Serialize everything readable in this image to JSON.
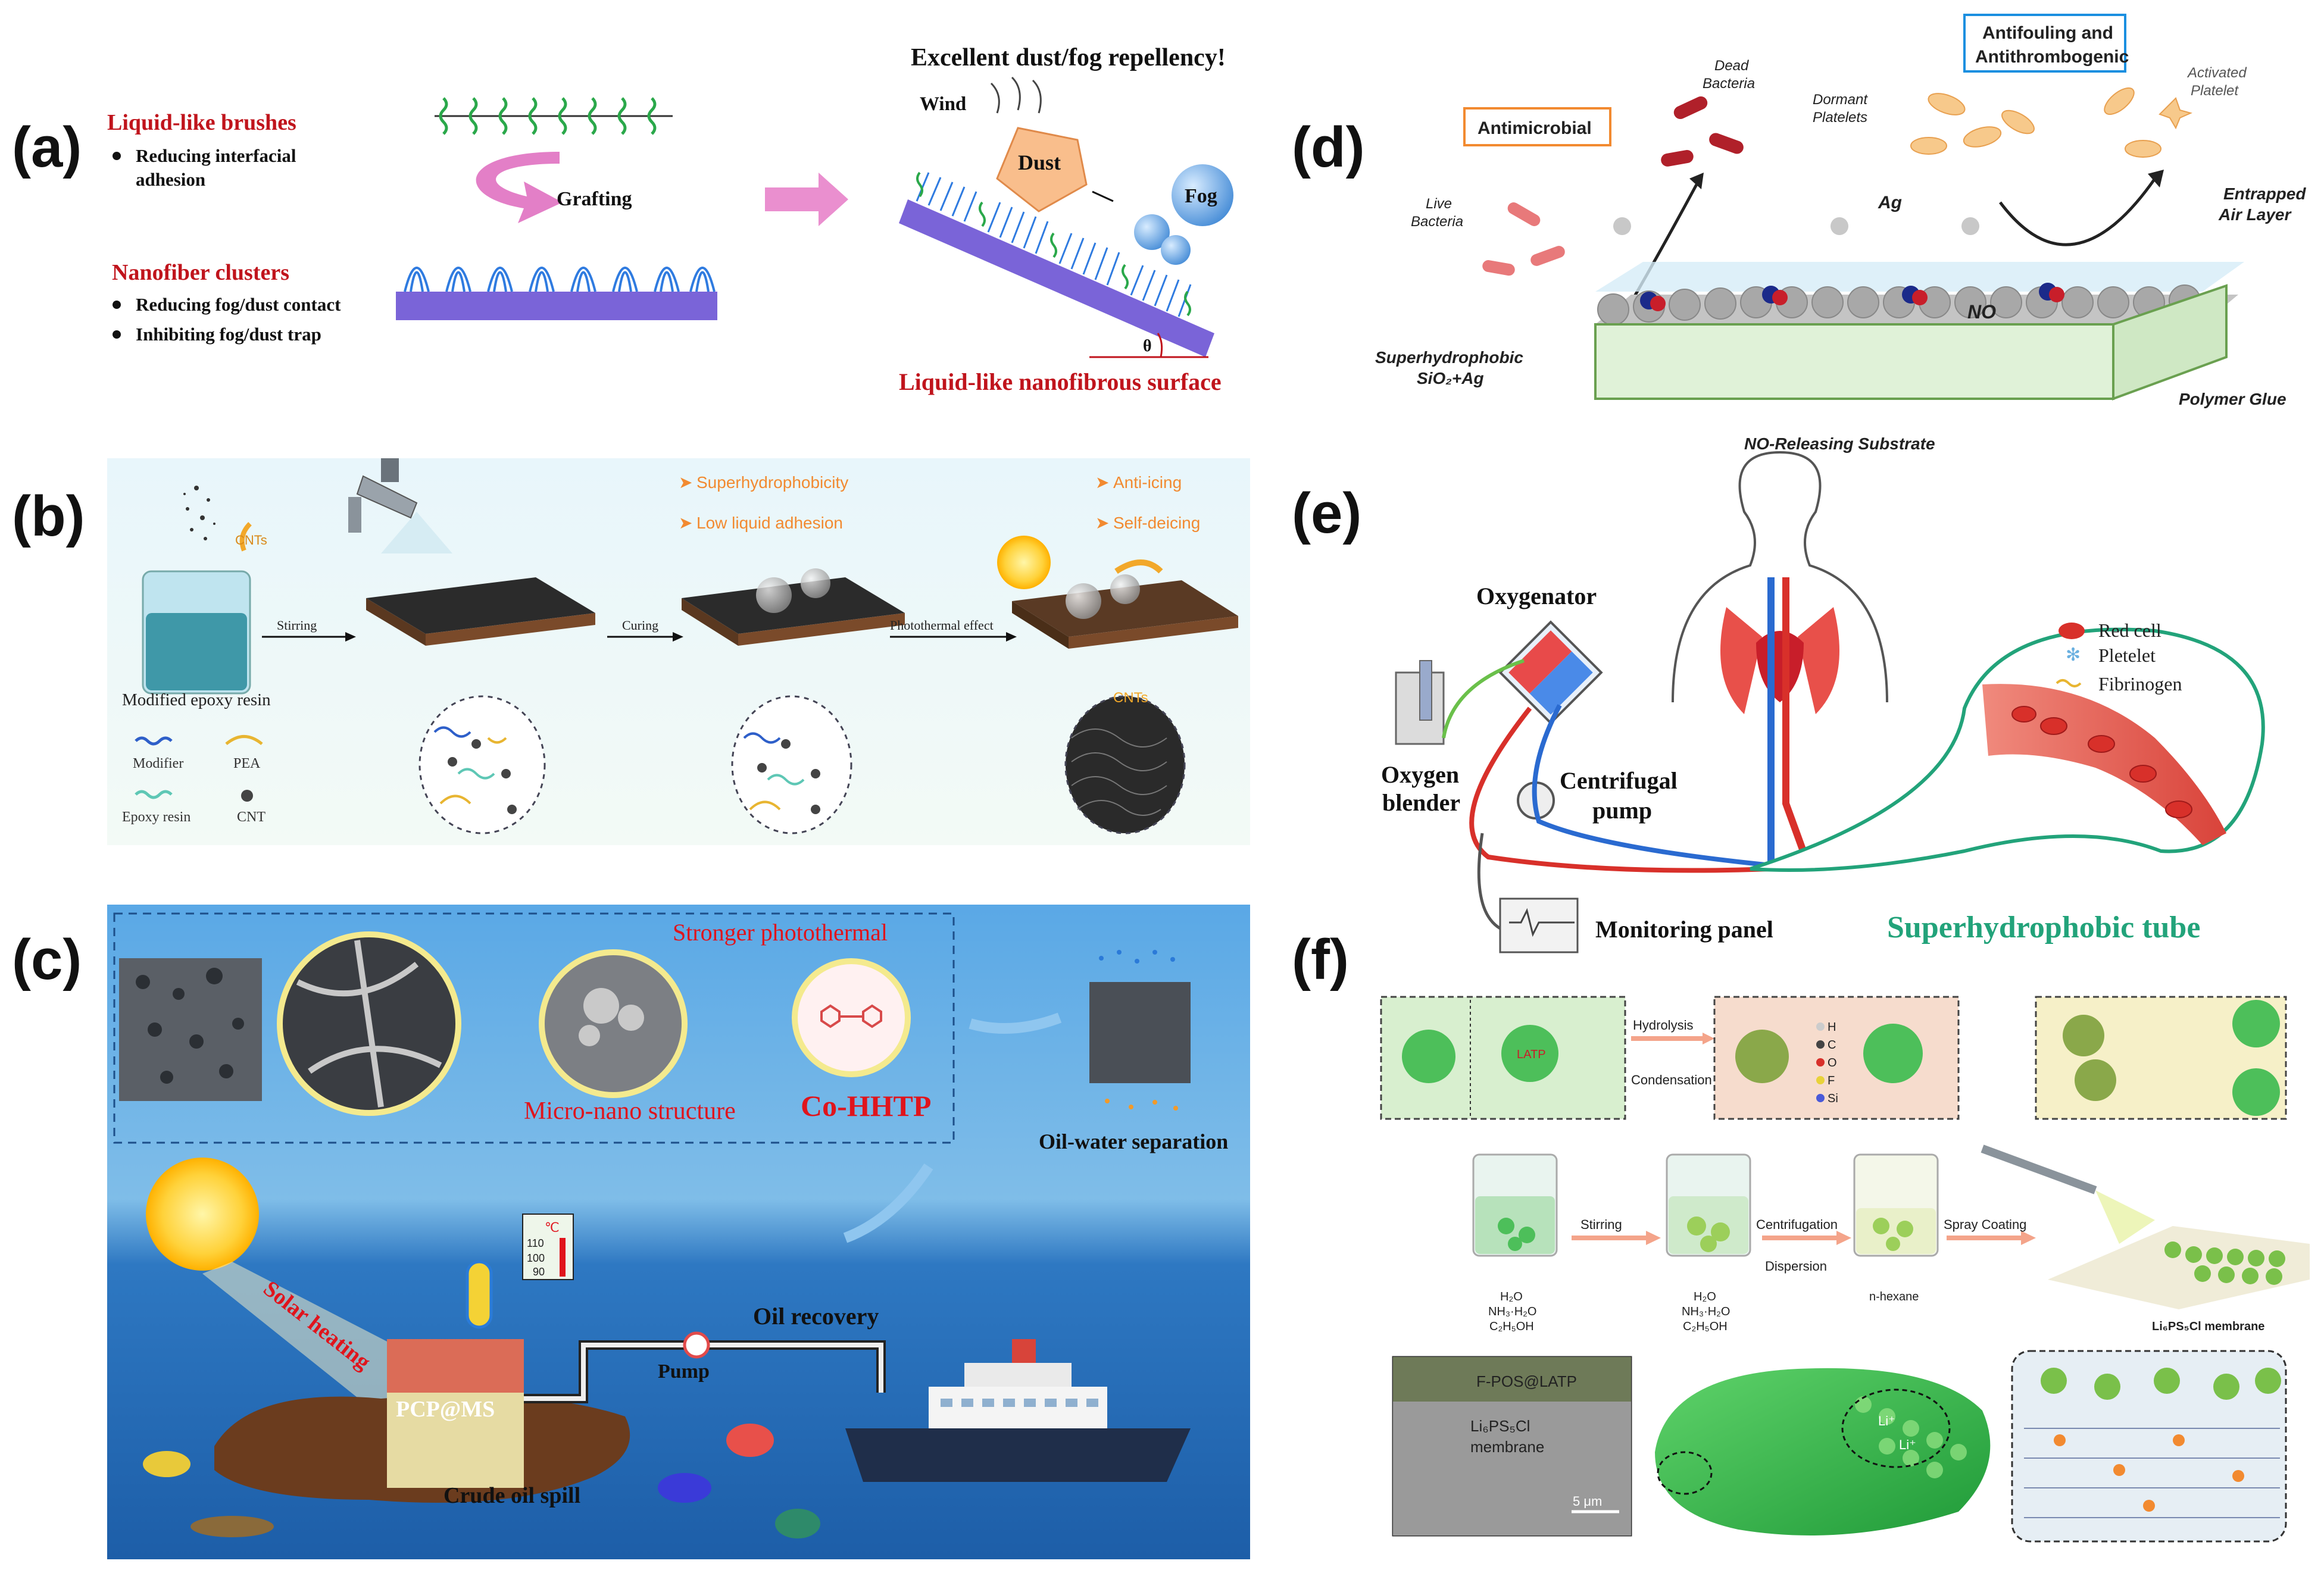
{
  "panels": {
    "a": {
      "letter": "(a)",
      "left_title_1": "Liquid-like brushes",
      "bullet_1": "Reducing interfacial",
      "bullet_1b": "adhesion",
      "left_title_2": "Nanofiber clusters",
      "bullet_2": "Reducing fog/dust contact",
      "bullet_3": "Inhibiting fog/dust trap",
      "grafting": "Grafting",
      "headline": "Excellent dust/fog repellency!",
      "wind": "Wind",
      "dust": "Dust",
      "fog": "Fog",
      "theta": "θ",
      "caption": "Liquid-like nanofibrous surface"
    },
    "b": {
      "letter": "(b)",
      "cnts_top": "CNTs",
      "stirring": "Stirring",
      "curing": "Curing",
      "photothermal": "Photothermal effect",
      "modified_epoxy": "Modified epoxy resin",
      "feature_1": "Superhydrophobicity",
      "feature_2": "Low liquid adhesion",
      "feature_3": "Anti-icing",
      "feature_4": "Self-deicing",
      "legend_modifier": "Modifier",
      "legend_pea": "PEA",
      "legend_epoxy": "Epoxy resin",
      "legend_cnt": "CNT",
      "cnts_zoom": "CNTs"
    },
    "c": {
      "letter": "(c)",
      "stronger_photothermal": "Stronger photothermal",
      "micro_nano": "Micro-nano structure",
      "co_hhtp": "Co-HHTP",
      "oil_water": "Oil-water separation",
      "solar_heating": "Solar heating",
      "temp_unit": "℃",
      "temp_110": "110",
      "temp_100": "100",
      "temp_90": "90",
      "oil_recovery": "Oil recovery",
      "pump": "Pump",
      "pcp": "PCP@MS",
      "crude": "Crude oil spill"
    },
    "d": {
      "letter": "(d)",
      "antimicrobial": "Antimicrobial",
      "antifouling_1": "Antifouling and",
      "antifouling_2": "Antithrombogenic",
      "dead_bacteria_1": "Dead",
      "dead_bacteria_2": "Bacteria",
      "dormant_1": "Dormant",
      "dormant_2": "Platelets",
      "activated_1": "Activated",
      "activated_2": "Platelet",
      "live_1": "Live",
      "live_2": "Bacteria",
      "ag": "Ag",
      "entrapped_1": "Entrapped",
      "entrapped_2": "Air Layer",
      "no": "NO",
      "superhydrophobic_1": "Superhydrophobic",
      "superhydrophobic_2": "SiO₂+Ag",
      "polymer_glue": "Polymer Glue",
      "no_releasing": "NO-Releasing Substrate"
    },
    "e": {
      "letter": "(e)",
      "oxygenator": "Oxygenator",
      "oxygen_blender_1": "Oxygen",
      "oxygen_blender_2": "blender",
      "centrifugal_1": "Centrifugal",
      "centrifugal_2": "pump",
      "monitoring": "Monitoring panel",
      "red_cell": "Red cell",
      "pletelet": "Pletelet",
      "fibrinogen": "Fibrinogen",
      "tube": "Superhydrophobic tube"
    },
    "f": {
      "letter": "(f)",
      "hydrolysis": "Hydrolysis",
      "condensation": "Condensation",
      "stirring": "Stirring",
      "centrifugation": "Centrifugation",
      "dispersion": "Dispersion",
      "spray": "Spray Coating",
      "solvent_1a": "H₂O",
      "solvent_1b": "NH₃·H₂O",
      "solvent_1c": "C₂H₅OH",
      "nhexane": "n-hexane",
      "membrane": "Li₆PS₅Cl membrane",
      "latp": "LATP",
      "fpos": "F-POS@LATP",
      "li6ps5cl_1": "Li₆PS₅Cl",
      "li6ps5cl_2": "membrane",
      "scale": "5 μm",
      "li": "Li⁺",
      "leg_h": "H",
      "leg_c": "C",
      "leg_o": "O",
      "leg_f": "F",
      "leg_si": "Si"
    }
  },
  "colors": {
    "red_text": "#c0141c",
    "orange_text": "#f2873b",
    "teal_text": "#22a37a",
    "substrate_purple": "#7a64d8",
    "b_background": "#e4f4f8",
    "c_background": "#2f7fcf"
  }
}
